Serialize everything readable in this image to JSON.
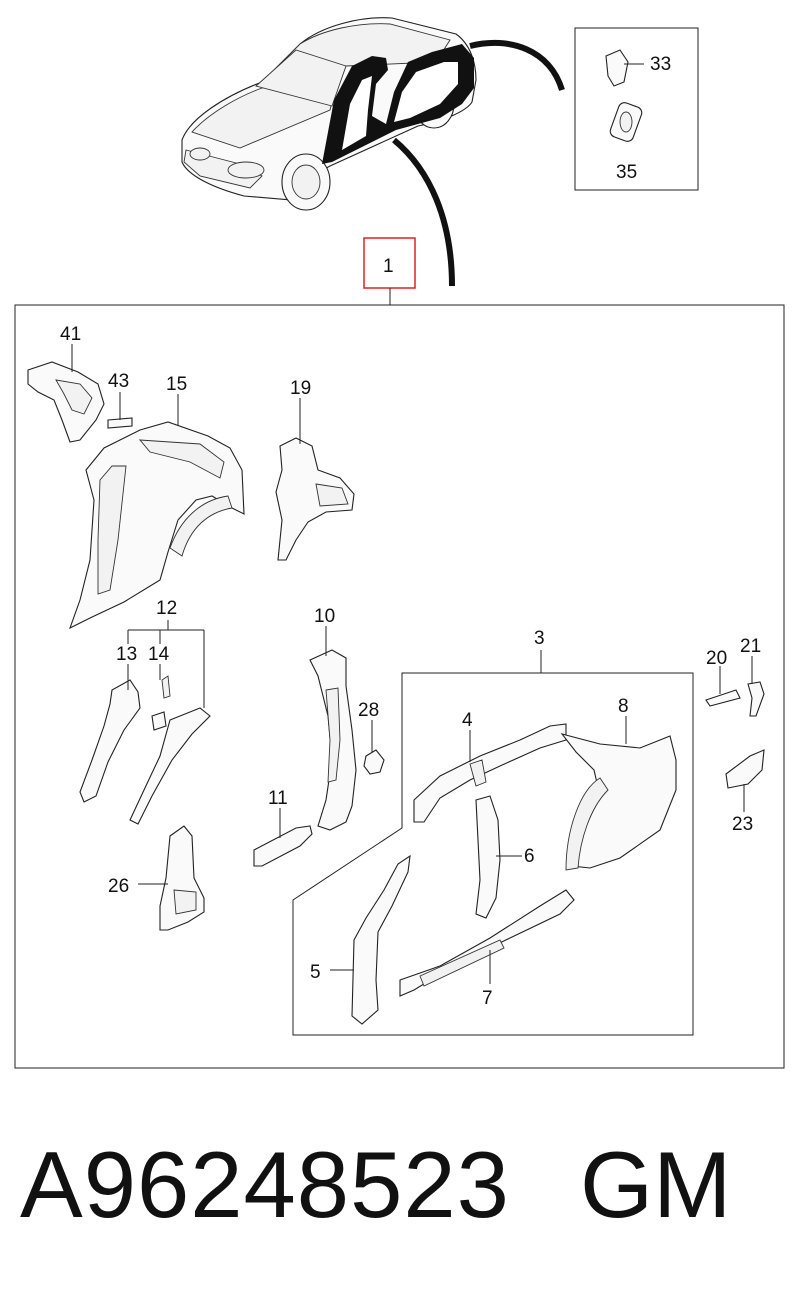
{
  "diagram": {
    "callouts": {
      "c1": "1",
      "c3": "3",
      "c4": "4",
      "c5": "5",
      "c6": "6",
      "c7": "7",
      "c8": "8",
      "c10": "10",
      "c11": "11",
      "c12": "12",
      "c13": "13",
      "c14": "14",
      "c15": "15",
      "c19": "19",
      "c20": "20",
      "c21": "21",
      "c23": "23",
      "c26": "26",
      "c28": "28",
      "c33": "33",
      "c35": "35",
      "c41": "41",
      "c43": "43"
    },
    "highlight_color": "#e02020"
  },
  "footer": {
    "part_number": "A96248523",
    "brand": "GM"
  }
}
